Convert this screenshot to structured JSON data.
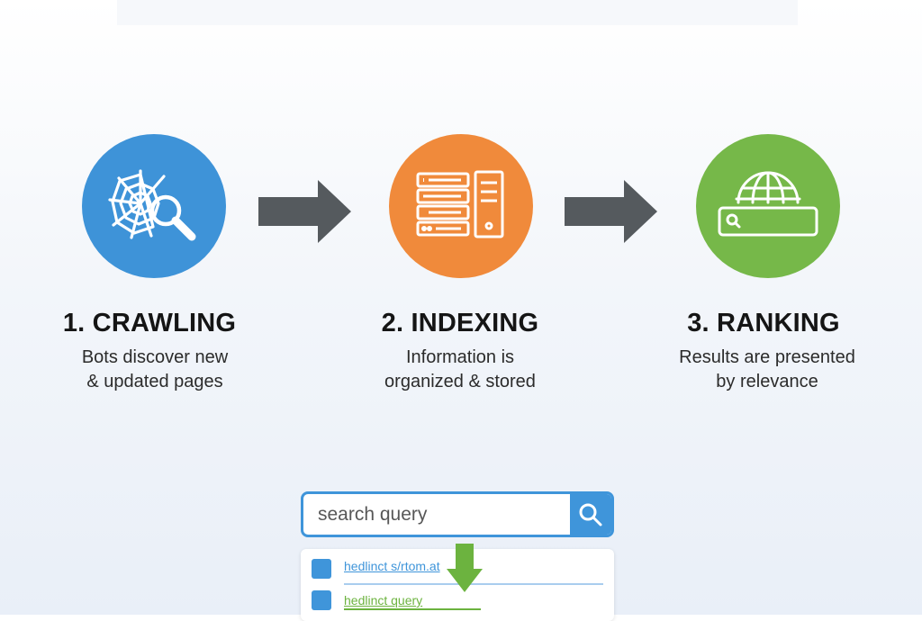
{
  "steps": [
    {
      "title": "1. CRAWLING",
      "desc_line1": "Bots discover new",
      "desc_line2": "& updated pages",
      "color": "#3e93d8",
      "icon": "spider-web-magnifier-icon"
    },
    {
      "title": "2. INDEXING",
      "desc_line1": "Information is",
      "desc_line2": "organized & stored",
      "color": "#f08a3b",
      "icon": "books-server-icon"
    },
    {
      "title": "3. RANKING",
      "desc_line1": "Results are presented",
      "desc_line2": "by relevance",
      "color": "#76b849",
      "icon": "globe-search-bar-icon"
    }
  ],
  "search": {
    "query": "search query",
    "icon": "search-icon",
    "accent": "#3f95da"
  },
  "results": [
    {
      "text": "hedlinct s/rtom.at",
      "color": "#3f95da"
    },
    {
      "text": "hedlinct query",
      "color": "#6cb33f"
    }
  ],
  "arrow_color": "#555a5e"
}
